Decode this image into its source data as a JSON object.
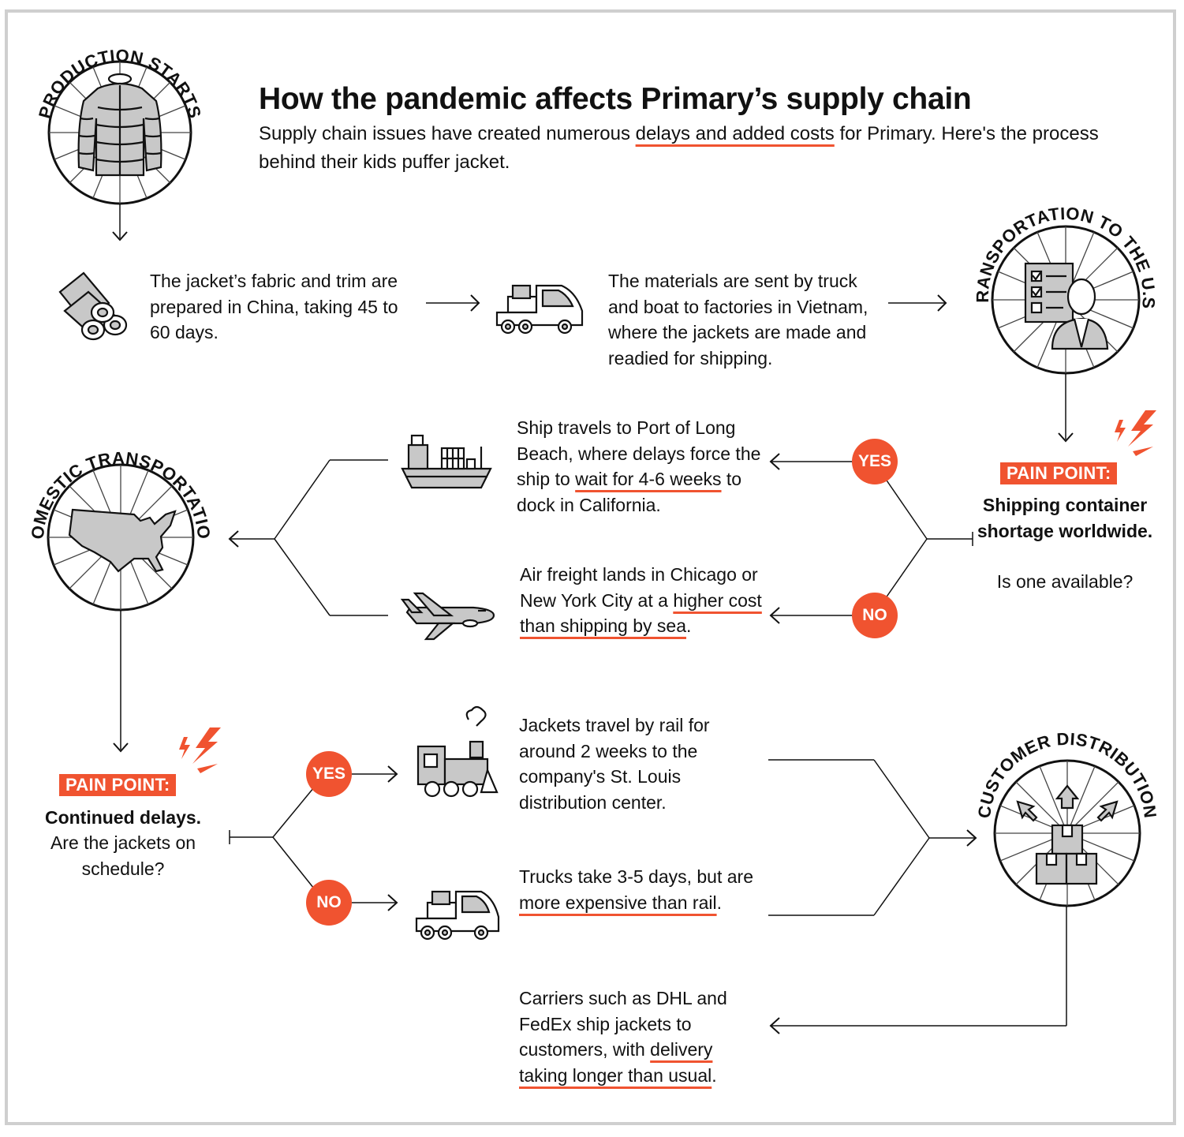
{
  "title": "How the pandemic affects Primary’s supply chain",
  "subtitle": {
    "before": "Supply chain issues have created numerous ",
    "highlight": "delays and added costs",
    "after": " for Primary. Here's the process behind their kids puffer jacket."
  },
  "stages": {
    "production": "PRODUCTION STARTS",
    "transport_us": "TRANSPORTATION TO THE U.S.",
    "domestic": "DOMESTIC TRANSPORTATION",
    "customer": "CUSTOMER DISTRIBUTION"
  },
  "steps": {
    "fabric": "The jacket’s fabric and trim are prepared in China, taking 45 to 60 days.",
    "truck_boat": "The materials are sent by truck and boat to factories in Vietnam, where the jackets are made and readied for shipping."
  },
  "pain_point_1": {
    "label": "PAIN POINT:",
    "bold": "Shipping container shortage worldwide.",
    "question": "Is one available?"
  },
  "ship_branch": {
    "badge": "YES",
    "before": "Ship travels to Port of Long Beach, where delays force the ship to ",
    "highlight": "wait for 4-6 weeks",
    "after": " to dock in California."
  },
  "air_branch": {
    "badge": "NO",
    "before": "Air freight lands in Chicago or New York City at a ",
    "highlight": "higher cost than shipping by sea",
    "after": "."
  },
  "pain_point_2": {
    "label": "PAIN POINT:",
    "bold": "Continued delays.",
    "question": "Are the jackets on schedule?"
  },
  "rail_branch": {
    "badge": "YES",
    "text": "Jackets travel by rail for around 2 weeks to the company's St. Louis distribution center."
  },
  "truck_branch": {
    "badge": "NO",
    "before": "Trucks take 3-5 days, but are ",
    "highlight": "more expensive than rail",
    "after": "."
  },
  "carriers": {
    "before": "Carriers such as DHL and FedEx ship jackets to customers, with ",
    "highlight": "delivery taking longer than usual",
    "after": "."
  },
  "colors": {
    "accent": "#f05330",
    "icon_fill": "#c8c8c8",
    "line": "#111111"
  },
  "icons": [
    "puffer-jacket-icon",
    "fabric-rolls-icon",
    "delivery-truck-icon",
    "customs-officer-icon",
    "cargo-ship-icon",
    "airplane-icon",
    "usa-map-icon",
    "steam-train-icon",
    "boxes-icon",
    "lightning-icon"
  ]
}
